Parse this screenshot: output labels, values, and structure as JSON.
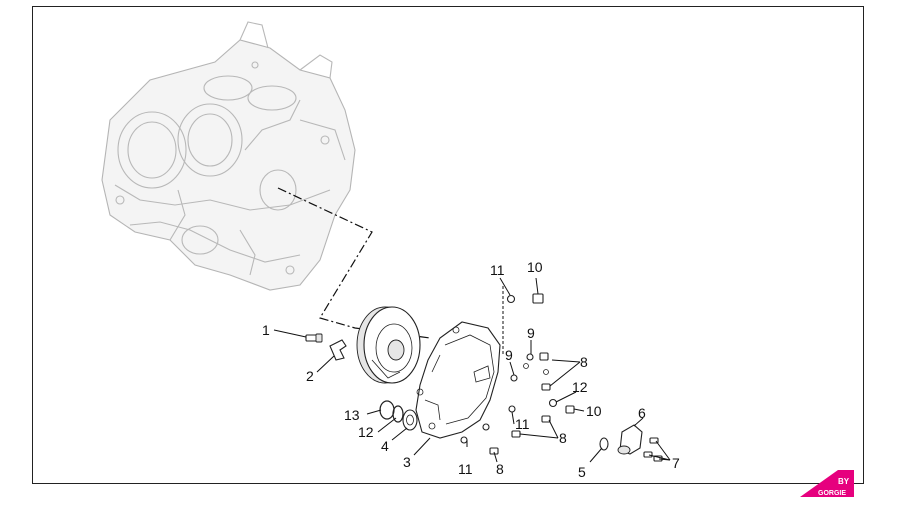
{
  "diagram": {
    "callouts": [
      {
        "id": "c1",
        "text": "1"
      },
      {
        "id": "c2",
        "text": "2"
      },
      {
        "id": "c3",
        "text": "3"
      },
      {
        "id": "c4",
        "text": "4"
      },
      {
        "id": "c5",
        "text": "5"
      },
      {
        "id": "c6",
        "text": "6"
      },
      {
        "id": "c7",
        "text": "7"
      },
      {
        "id": "c8a",
        "text": "8"
      },
      {
        "id": "c8b",
        "text": "8"
      },
      {
        "id": "c8c",
        "text": "8"
      },
      {
        "id": "c9a",
        "text": "9"
      },
      {
        "id": "c9b",
        "text": "9"
      },
      {
        "id": "c10a",
        "text": "10"
      },
      {
        "id": "c10b",
        "text": "10"
      },
      {
        "id": "c11a",
        "text": "11"
      },
      {
        "id": "c11b",
        "text": "11"
      },
      {
        "id": "c11c",
        "text": "11"
      },
      {
        "id": "c12a",
        "text": "12"
      },
      {
        "id": "c12b",
        "text": "12"
      },
      {
        "id": "c13",
        "text": "13"
      }
    ]
  },
  "logo": {
    "top_text": "BY",
    "bottom_text": "GORGIE",
    "colors": {
      "primary": "#e6007e",
      "text": "#ffffff"
    }
  }
}
